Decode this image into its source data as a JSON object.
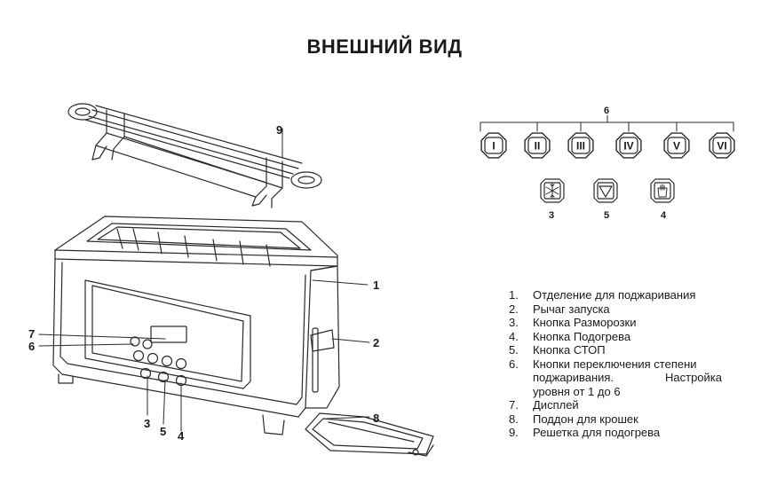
{
  "title": "ВНЕШНИЙ ВИД",
  "callouts": [
    "1",
    "2",
    "3",
    "4",
    "5",
    "6",
    "7",
    "8",
    "9"
  ],
  "level_buttons": {
    "group_label": "6",
    "labels": [
      "I",
      "II",
      "III",
      "IV",
      "V",
      "VI"
    ]
  },
  "function_buttons": [
    {
      "icon": "snowflake-icon",
      "number": "3"
    },
    {
      "icon": "triangle-down-icon",
      "number": "5"
    },
    {
      "icon": "toast-icon",
      "number": "4"
    }
  ],
  "legend": [
    {
      "num": "1.",
      "text": "Отделение для поджаривания"
    },
    {
      "num": "2.",
      "text": "Рычаг запуска"
    },
    {
      "num": "3.",
      "text": "Кнопка Разморозки"
    },
    {
      "num": "4.",
      "text": "Кнопка Подогрева"
    },
    {
      "num": "5.",
      "text": "Кнопка СТОП"
    },
    {
      "num": "6.",
      "text": "Кнопки переключения степени",
      "text2": "поджаривания. Настройка",
      "text3": "уровня от 1 до 6"
    },
    {
      "num": "7.",
      "text": "Дисплей"
    },
    {
      "num": "8.",
      "text": "Поддон для крошек"
    },
    {
      "num": "9.",
      "text": "Решетка для подогрева"
    }
  ]
}
